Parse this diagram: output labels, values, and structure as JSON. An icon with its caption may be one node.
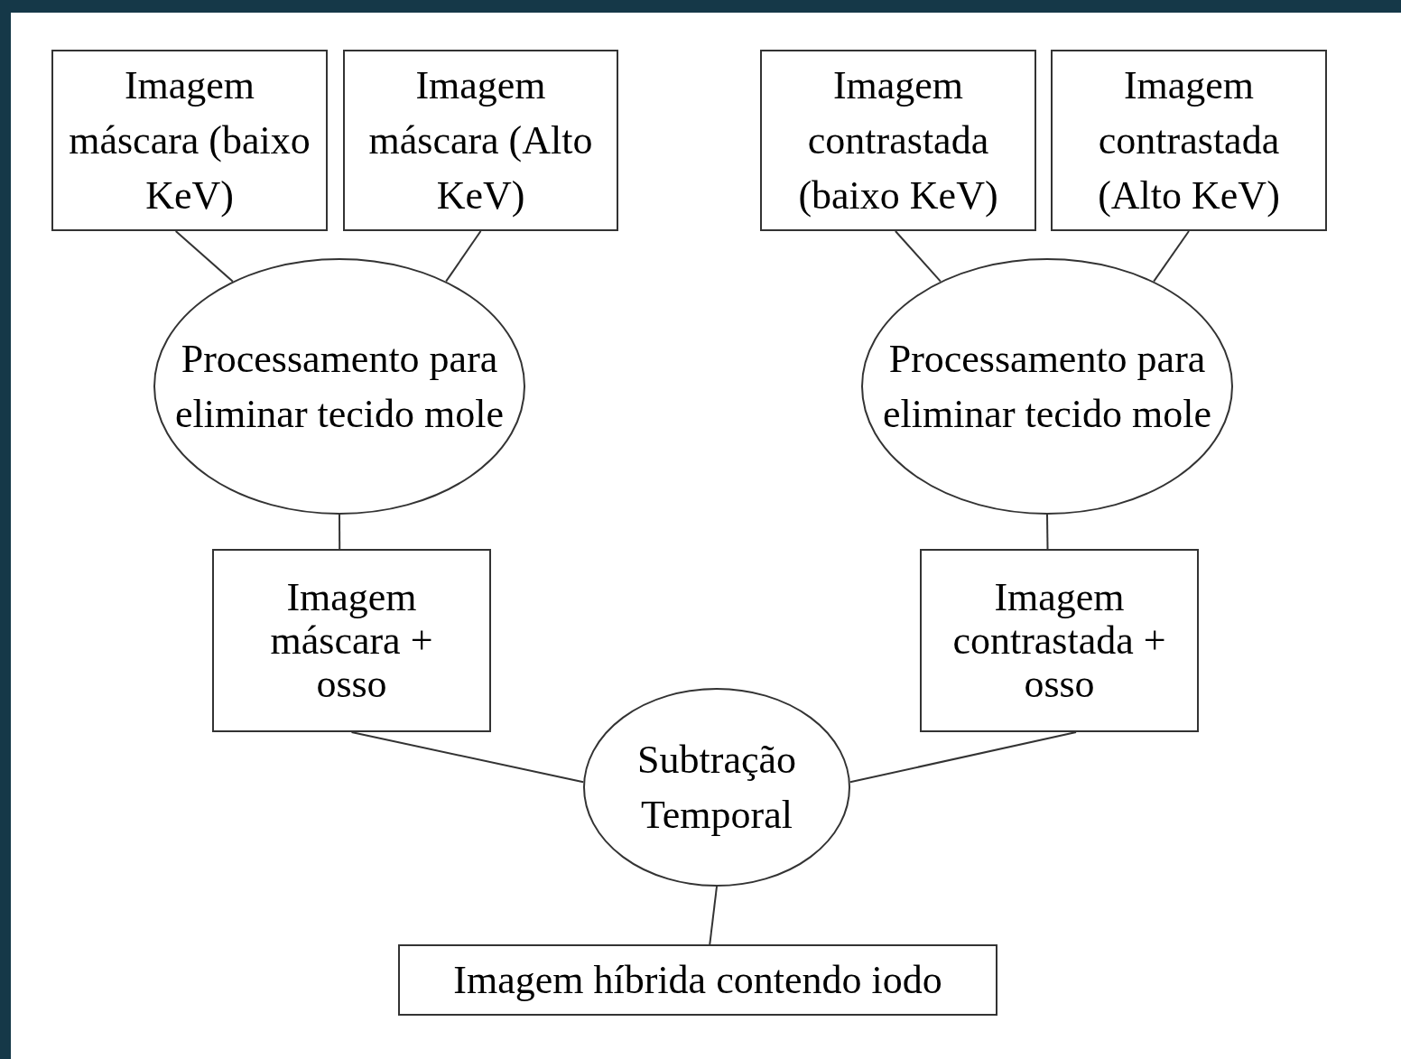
{
  "diagram": {
    "nodes": [
      {
        "text": [
          "Imagem máscara (baixo KeV)"
        ]
      },
      {
        "text": [
          "Imagem máscara (Alto KeV)"
        ]
      },
      {
        "text": [
          "Imagem contrastada (baixo KeV)"
        ]
      },
      {
        "text": [
          "Imagem contrastada (Alto KeV)"
        ]
      },
      {
        "text": [
          "Processamento para eliminar tecido mole"
        ]
      },
      {
        "text": [
          "Processamento para eliminar tecido mole"
        ]
      },
      {
        "text": [
          "Imagem máscara + osso"
        ]
      },
      {
        "text": [
          "Imagem contrastada + osso"
        ]
      },
      {
        "text": [
          "Subtração Temporal"
        ]
      },
      {
        "text": [
          "Imagem híbrida contendo iodo"
        ]
      }
    ],
    "edges": [
      {
        "from": 0,
        "to": 4,
        "arrow": "none"
      },
      {
        "from": 1,
        "to": 4,
        "arrow": "none"
      },
      {
        "from": 2,
        "to": 5,
        "arrow": "none"
      },
      {
        "from": 3,
        "to": 5,
        "arrow": "none"
      },
      {
        "from": 4,
        "to": 6,
        "arrow": "none"
      },
      {
        "from": 5,
        "to": 7,
        "arrow": "none"
      },
      {
        "from": 6,
        "to": 8,
        "arrow": "none"
      },
      {
        "from": 7,
        "to": 8,
        "arrow": "none"
      },
      {
        "from": 8,
        "to": 9,
        "arrow": "none"
      }
    ]
  }
}
